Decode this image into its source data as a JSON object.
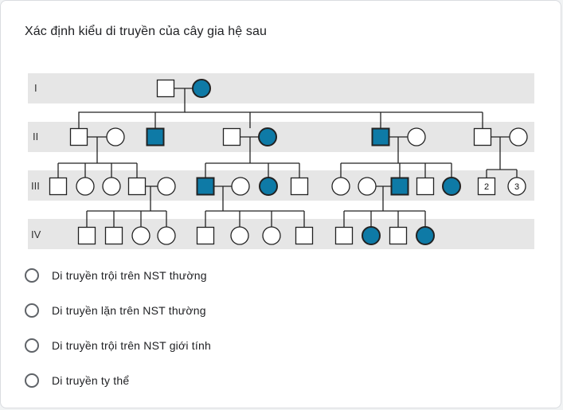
{
  "question": {
    "title": "Xác định kiểu di truyền của cây gia hệ sau"
  },
  "pedigree": {
    "generations": [
      "I",
      "II",
      "III",
      "IV"
    ],
    "numbered_individuals": [
      "2",
      "3"
    ],
    "colors": {
      "affected": "#0e7aa6",
      "band": "#e6e6e6",
      "stroke": "#222222"
    }
  },
  "options": [
    {
      "label": "Di truyền trội trên NST thường"
    },
    {
      "label": "Di truyền lặn trên NST thường"
    },
    {
      "label": "Di truyền trội trên NST giới tính"
    },
    {
      "label": "Di truyền ty thể"
    }
  ]
}
